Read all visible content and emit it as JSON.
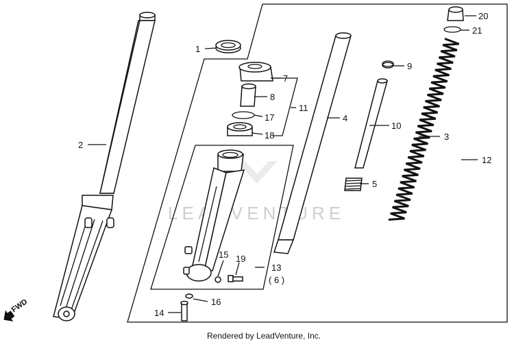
{
  "diagram": {
    "callouts": [
      {
        "id": "1",
        "label": "1"
      },
      {
        "id": "2",
        "label": "2"
      },
      {
        "id": "3",
        "label": "3"
      },
      {
        "id": "4",
        "label": "4"
      },
      {
        "id": "5",
        "label": "5"
      },
      {
        "id": "7",
        "label": "7"
      },
      {
        "id": "8",
        "label": "8"
      },
      {
        "id": "9",
        "label": "9"
      },
      {
        "id": "10",
        "label": "10"
      },
      {
        "id": "11",
        "label": "11"
      },
      {
        "id": "12",
        "label": "12"
      },
      {
        "id": "13",
        "label": "13"
      },
      {
        "id": "13sub",
        "label": "( 6 )"
      },
      {
        "id": "14",
        "label": "14"
      },
      {
        "id": "15",
        "label": "15"
      },
      {
        "id": "16",
        "label": "16"
      },
      {
        "id": "17",
        "label": "17"
      },
      {
        "id": "18",
        "label": "18"
      },
      {
        "id": "19",
        "label": "19"
      },
      {
        "id": "20",
        "label": "20"
      },
      {
        "id": "21",
        "label": "21"
      }
    ],
    "direction_label": "FWD",
    "watermark": "LEADVENTURE",
    "footer": "Rendered by LeadVenture, Inc."
  }
}
